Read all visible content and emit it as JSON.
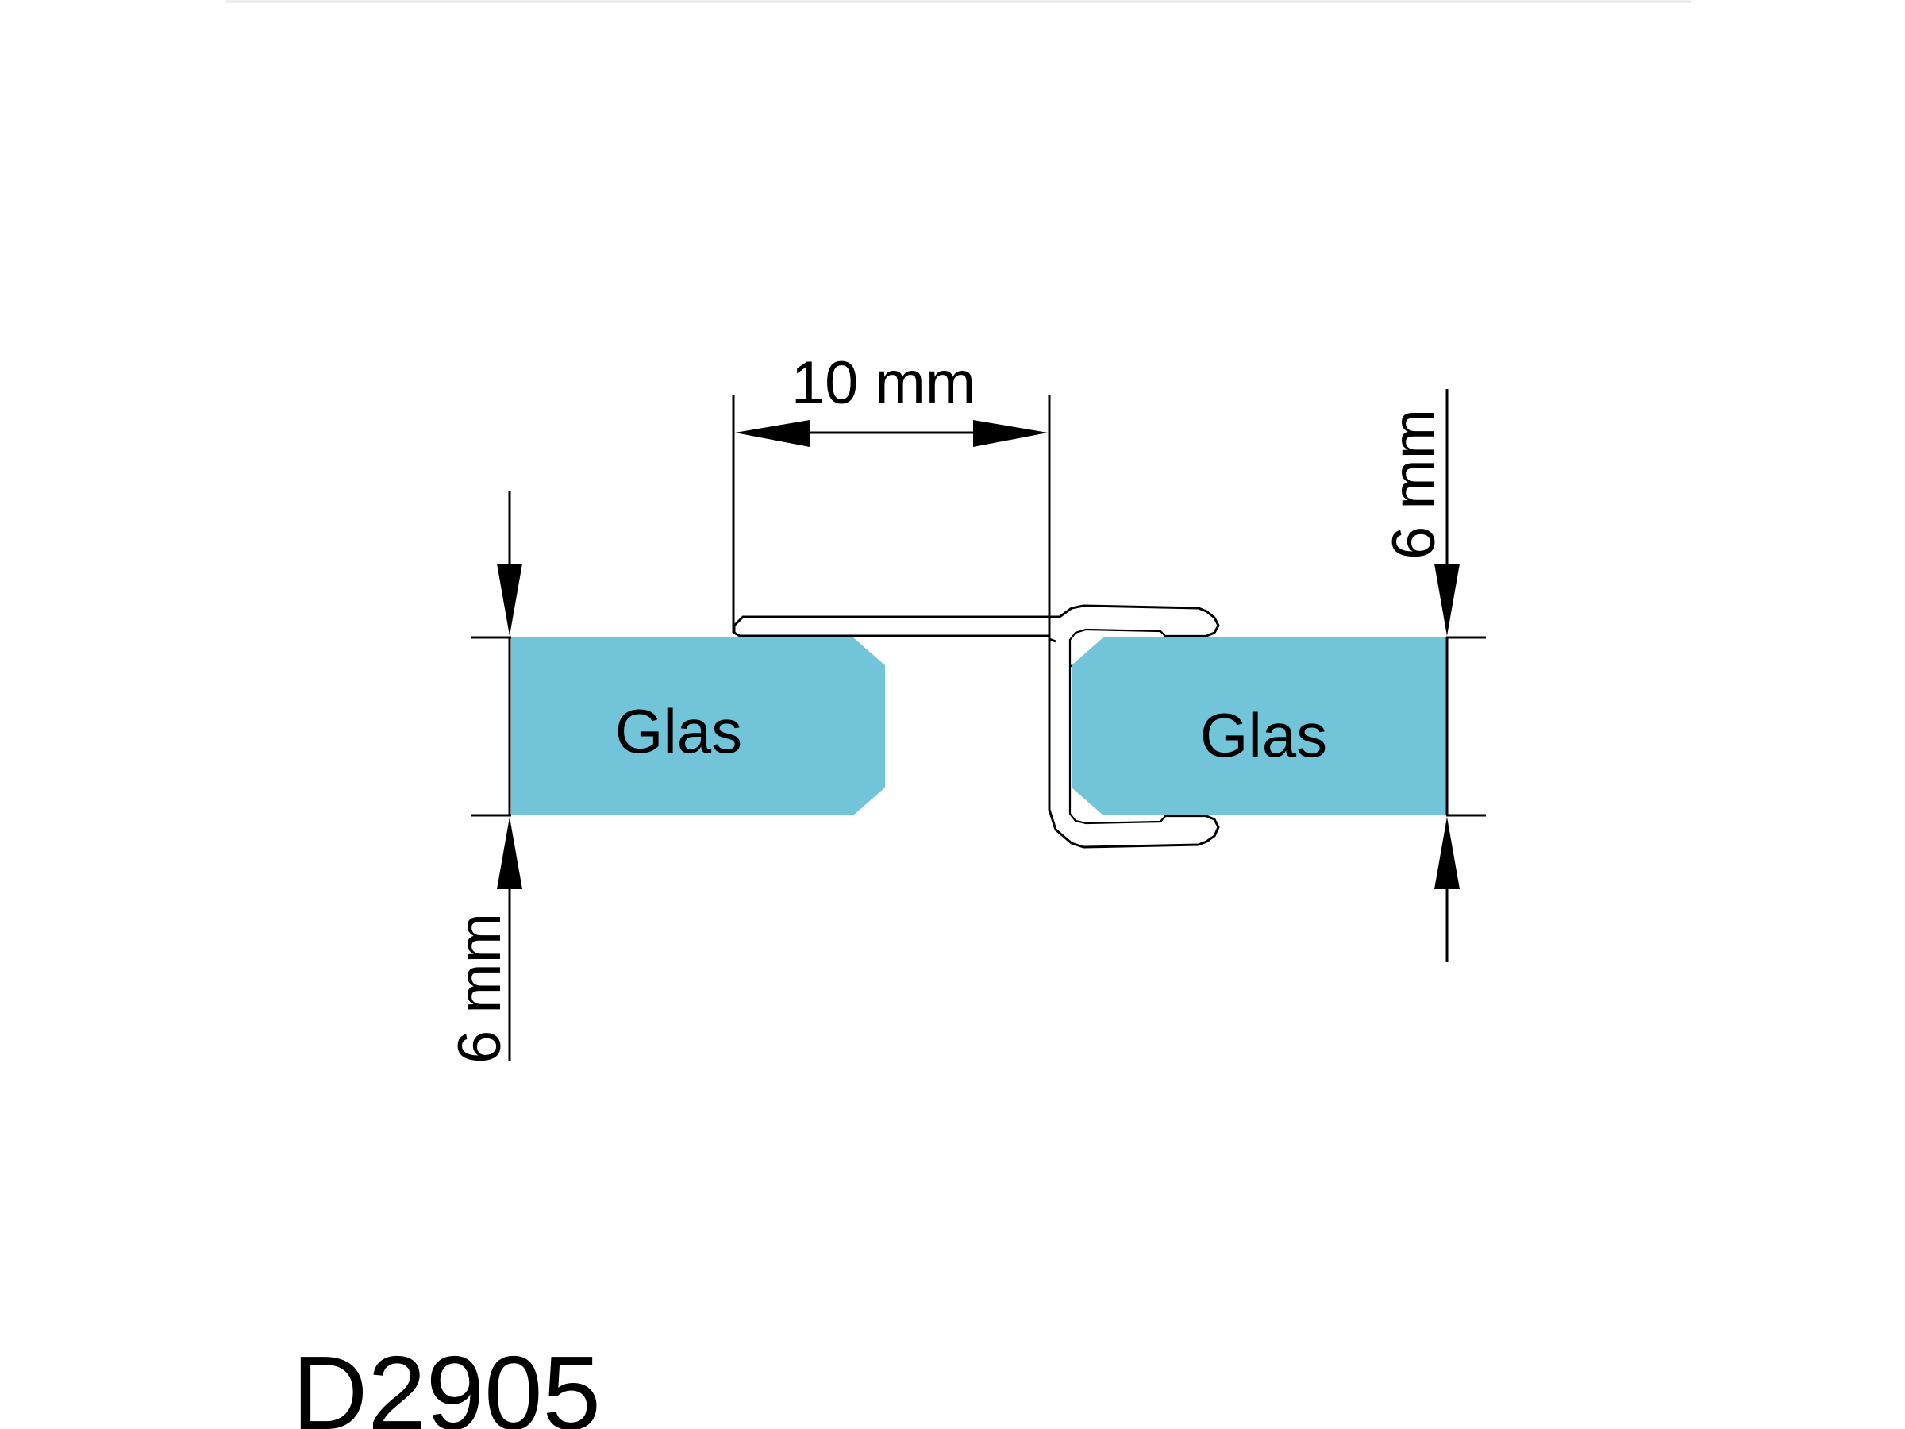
{
  "diagram": {
    "product_code": "D2905",
    "glass_left_label": "Glas",
    "glass_right_label": "Glas",
    "dim_gap": "10 mm",
    "dim_left_thickness": "6 mm",
    "dim_right_thickness": "6 mm"
  },
  "colors": {
    "glass": "#72c4d9",
    "line": "#000000",
    "background": "#ffffff"
  }
}
